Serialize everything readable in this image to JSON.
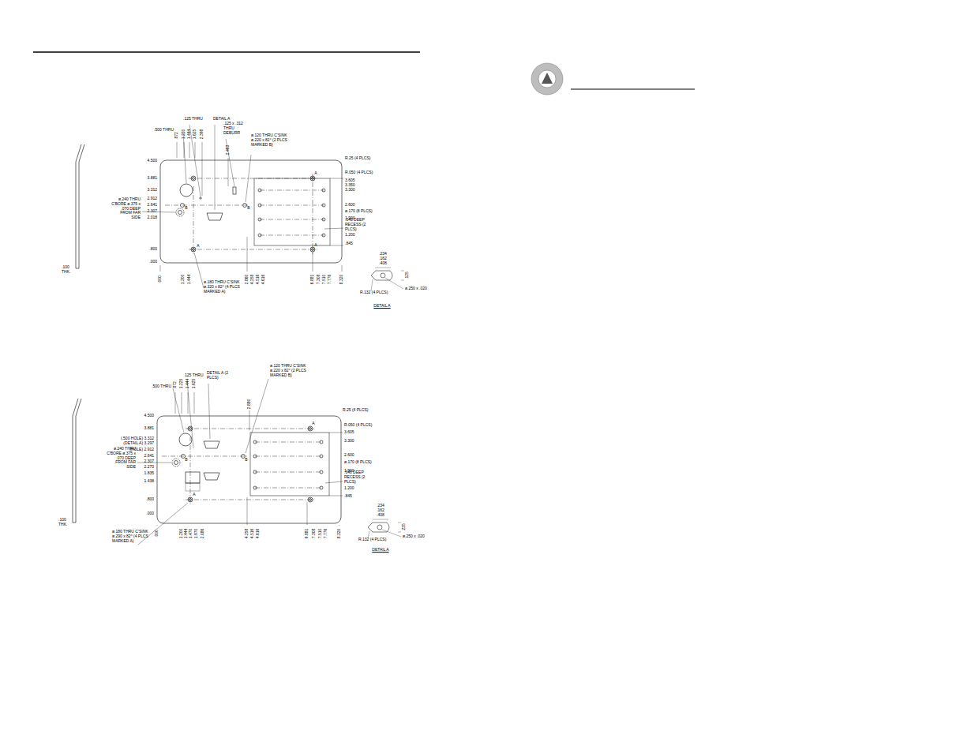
{
  "diagram": {
    "labels": [
      ".500 THRU",
      ".125 THRU",
      "DETAIL A",
      ".125 x .312 THRU DEBURR",
      "ø.120 THRU C'SINK ø.220 x 82° (2 PLCS MARKED B)",
      ".872",
      "1.220",
      "1.444",
      "1.625",
      "2.398",
      "2.483",
      "4.500",
      "3.881",
      "3.312",
      "2.912",
      "2.641",
      "2.307",
      "2.018",
      ".800",
      ".000",
      "ø.240 THRU C'BORE ø.375 x .070 DEEP FROM FAR SIDE",
      "R.25 (4 PLCS)",
      "R.050 (4 PLCS)",
      "3.605",
      "3.350",
      "3.300",
      "2.600",
      "ø.170 (8 PLCS)",
      "1.900",
      ".040 DEEP RECESS (2 PLCS)",
      "1.200",
      ".845",
      ".000",
      "1.200",
      "1.444",
      "2.860",
      "4.258",
      "4.516",
      "4.616",
      "6.881",
      "7.308",
      "7.510",
      "7.776",
      "8.320",
      "ø.180 THRU C'SINK ø.320 x 82° (4 PLCS MARKED A)",
      ".100 THK.",
      "A",
      "A",
      "A",
      "B",
      "B",
      ".234",
      ".162",
      ".408",
      ".125",
      "ø.250 x .020",
      "R.132 (4 PLCS)",
      "DETAIL A",
      ".500 THRU",
      "125 THRU",
      "DETAIL A (2 PLCS)",
      "ø.120 THRU C'SINK ø.220 x 82° (2 PLCS MARKED B)",
      "2.880",
      ".872",
      "1.225",
      "1.444",
      "1.625",
      "4.500",
      "3.881",
      "(.500 HOLE) 3.312",
      "(DETAIL A) 3.297",
      "(HOLE) 2.912",
      "2.641",
      "2.307",
      "2.270",
      "1.835",
      "1.438",
      ".800",
      ".000",
      "ø.240 THRU C'BORE ø.375 x .070 DEEP FROM FAR SIDE",
      "R.25 (4 PLCS)",
      "R.050 (4 PLCS)",
      "3.605",
      "3.300",
      "2.600",
      "ø.170 (8 PLCS)",
      "1.900",
      ".040 DEEP RECESS (2 PLCS)",
      "1.200",
      ".845",
      ".000",
      "1.200",
      "1.444",
      "1.470",
      "1.970",
      "2.086",
      "4.258",
      "4.516",
      "4.616",
      "6.881",
      "7.308",
      "7.510",
      "7.776",
      "8.320",
      "ø.180 THRU C'SINK ø.290 x 82° (4 PLCS MARKED A)",
      ".100 THK.",
      "A",
      "A",
      "B",
      "B",
      ".234",
      ".162",
      ".408",
      ".225",
      "ø.250 x .020",
      "R.132 (4 PLCS)",
      "DETAIL A"
    ]
  }
}
